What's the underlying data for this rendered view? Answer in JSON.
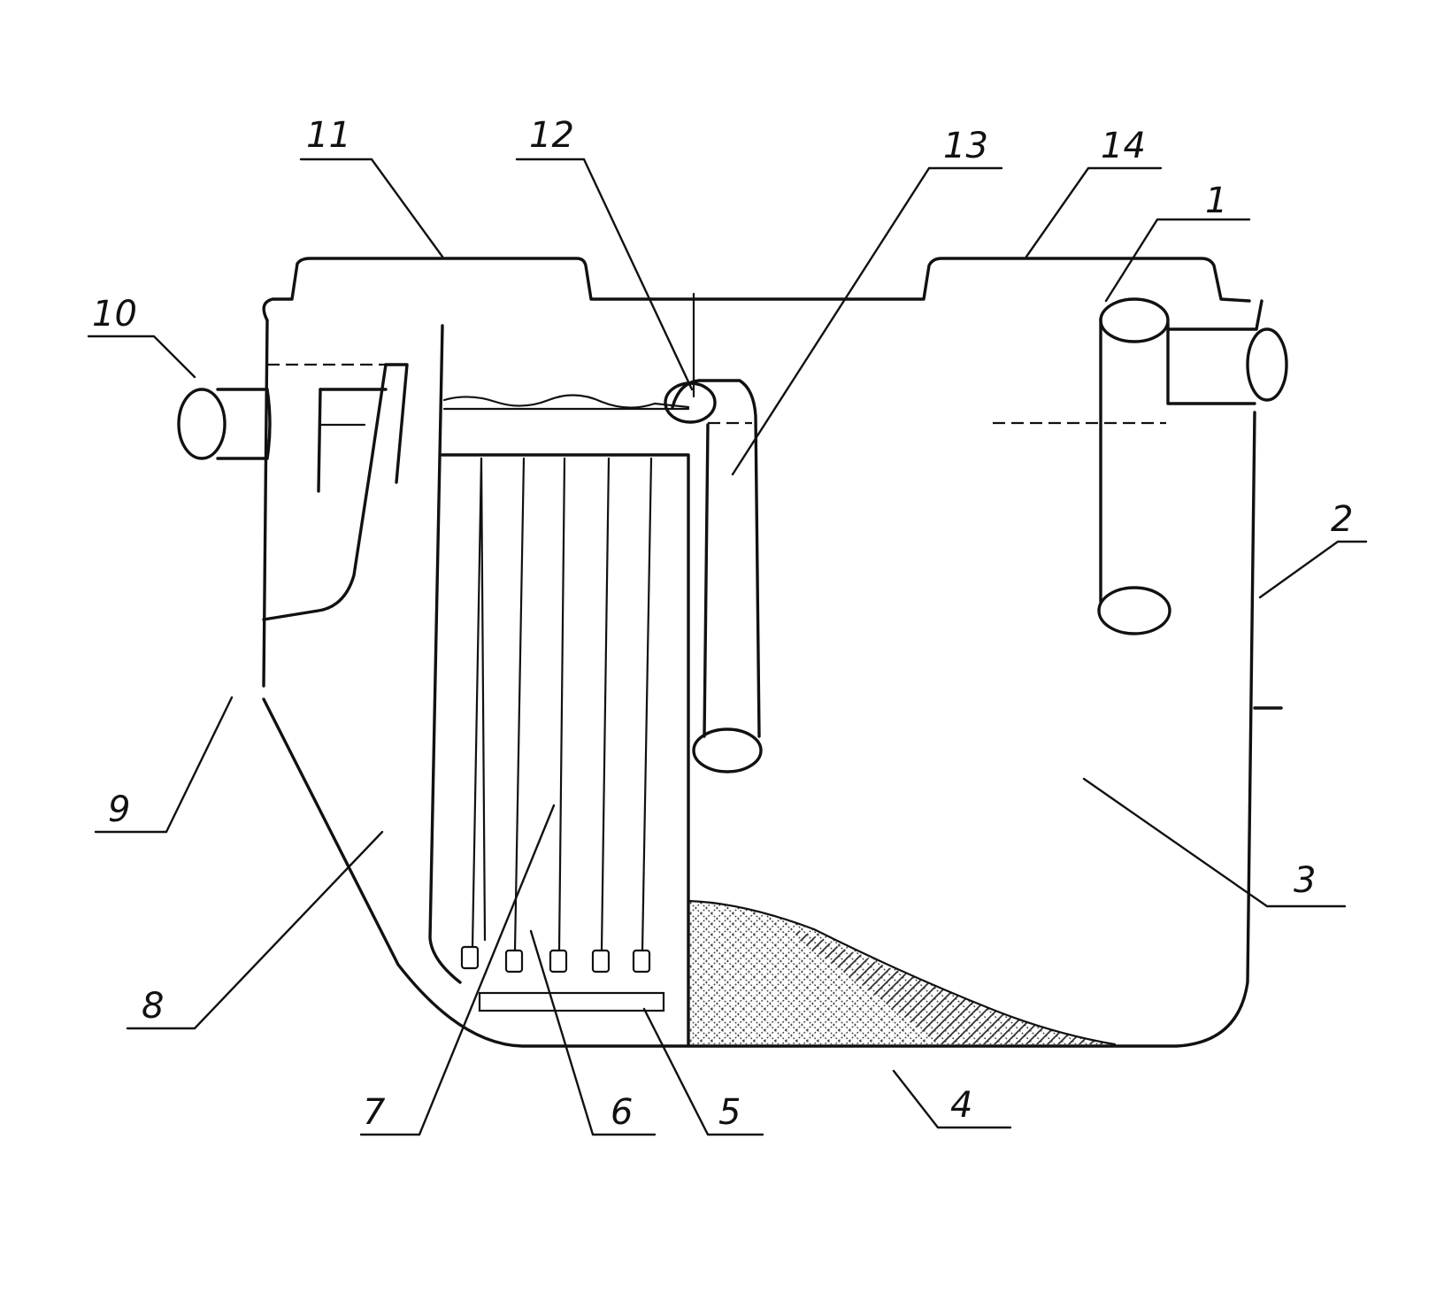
{
  "labels": {
    "l1": "1",
    "l2": "2",
    "l3": "3",
    "l4": "4",
    "l5": "5",
    "l6": "6",
    "l7": "7",
    "l8": "8",
    "l9": "9",
    "l10": "10",
    "l11": "11",
    "l12": "12",
    "l13": "13",
    "l14": "14"
  },
  "colors": {
    "line": "#111111",
    "background": "#ffffff",
    "sludge_fill": "#555555"
  }
}
